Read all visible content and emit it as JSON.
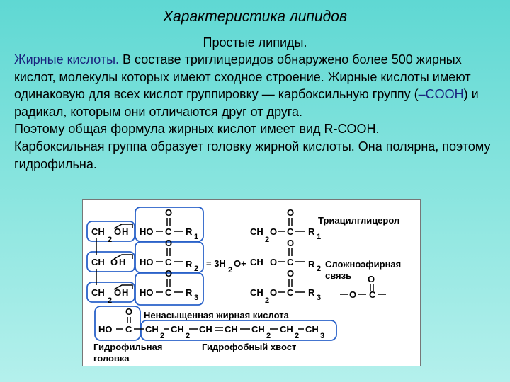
{
  "slide": {
    "title": "Характеристика липидов",
    "subtitle": "Простые липиды.",
    "p1_term": "Жирные кислоты.",
    "p1_text_a": " В составе триглицеридов обнаружено более 500 жирных кислот, молекулы которых имеют сходное строение. Жирные кислоты имеют одинаковую для всех кислот группировку — карбоксильную группу (",
    "p1_cooh": "–COOH",
    "p1_text_b": ") и радикал, которым они отличаются друг от друга.",
    "p2": "Поэтому общая формула жирных кислот имеет вид R-COOH.",
    "p3": "Карбоксильная группа образует головку жирной кислоты. Она полярна, поэтому  гидрофильна."
  },
  "figure": {
    "label_triacyl": "Триацилглицерол",
    "label_ester_1": "Сложноэфирная",
    "label_ester_2": "связь",
    "label_unsat": "Ненасыщенная жирная кислота",
    "label_hydrophilic_1": "Гидрофильная",
    "label_hydrophilic_2": "головка",
    "label_hydrophobic": "Гидрофобный хвост",
    "equation": "= 3H",
    "equation_sub": "2",
    "equation_tail": "O+",
    "colors": {
      "box": "#2a62c9",
      "ink": "#000000",
      "accent_text": "#1a237e"
    }
  }
}
